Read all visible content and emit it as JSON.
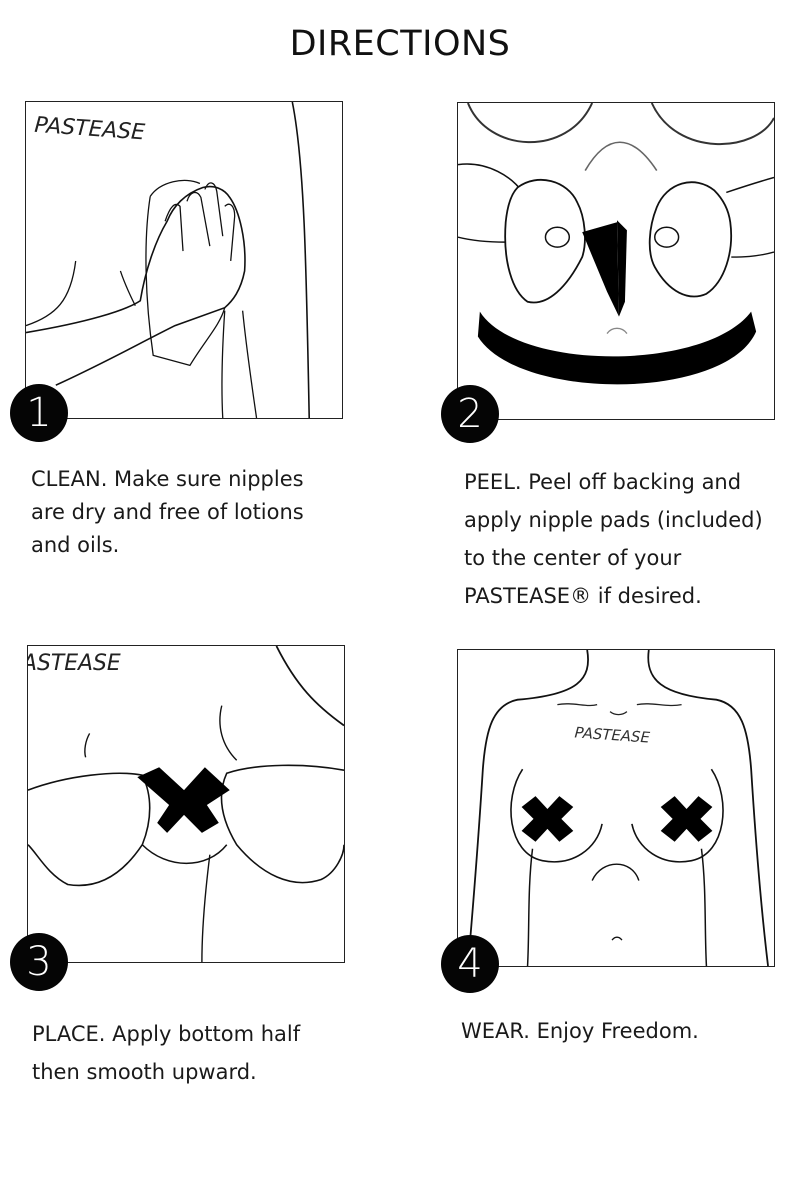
{
  "header": {
    "title": "DIRECTIONS"
  },
  "brand": {
    "logo": "PASTEASE",
    "logo_cropped": "ASTEASE"
  },
  "steps": [
    {
      "number": "1",
      "illustration": "hand-cleaning-with-cloth",
      "text": "CLEAN. Make sure nipples\nare dry and free of  lotions\nand oils."
    },
    {
      "number": "2",
      "illustration": "hands-peeling-backing",
      "text": "PEEL. Peel off backing and\napply nipple pads (included)\nto the center of your\nPASTEASE® if desired."
    },
    {
      "number": "3",
      "illustration": "hands-placing-cross-pastie",
      "text": "PLACE. Apply bottom half\nthen smooth upward."
    },
    {
      "number": "4",
      "illustration": "torso-wearing-cross-pasties",
      "text": "WEAR. Enjoy Freedom."
    }
  ],
  "colors": {
    "background": "#ffffff",
    "ink": "#111111",
    "badge": "#050505",
    "badge_text": "#ffffff"
  }
}
